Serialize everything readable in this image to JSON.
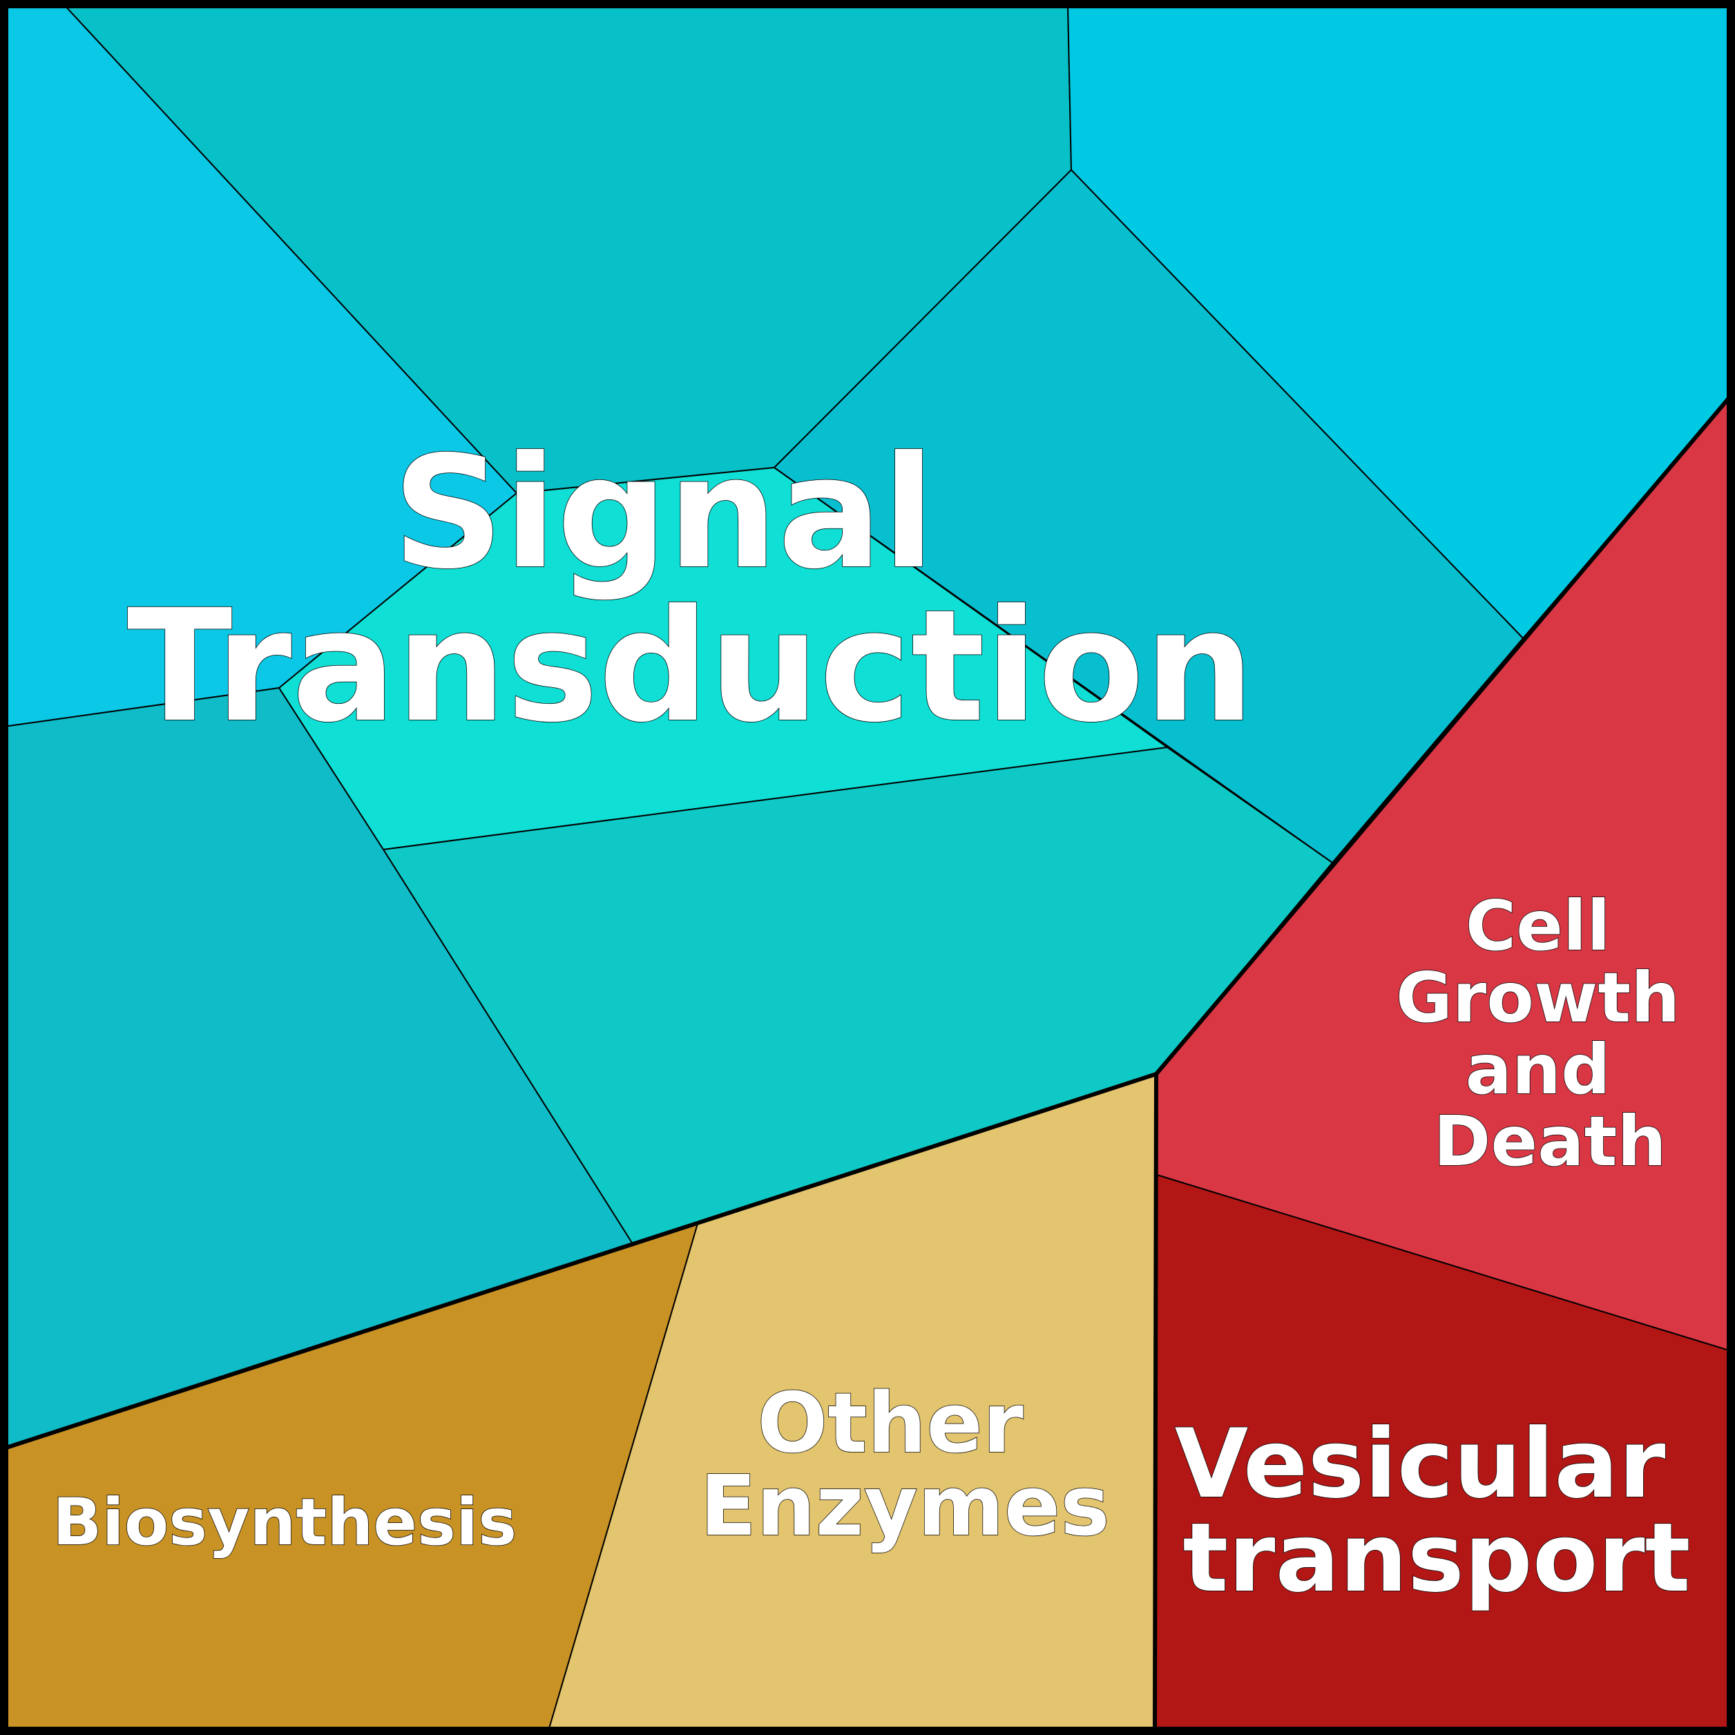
{
  "diagram": {
    "type": "voronoi-treemap",
    "groups": [
      {
        "id": "signal",
        "label_lines": [
          "Signal",
          "Transduction"
        ],
        "colors": [
          "#0bc8e6",
          "#08c1c8",
          "#00c9e3",
          "#08bfd0",
          "#10dfd6",
          "#0fc9c6",
          "#0fbcc8"
        ]
      },
      {
        "id": "growth",
        "label_lines": [
          "Cell",
          "Growth",
          "and",
          "Death"
        ],
        "colors": [
          "#d93744"
        ]
      },
      {
        "id": "vesicular",
        "label_lines": [
          "Vesicular",
          "transport"
        ],
        "colors": [
          "#b31715"
        ]
      },
      {
        "id": "biosynthesis",
        "label_lines": [
          "Biosynthesis"
        ],
        "colors": [
          "#c99224"
        ]
      },
      {
        "id": "enzymes",
        "label_lines": [
          "Other",
          "Enzymes"
        ],
        "colors": [
          "#e3c46f"
        ]
      }
    ]
  }
}
